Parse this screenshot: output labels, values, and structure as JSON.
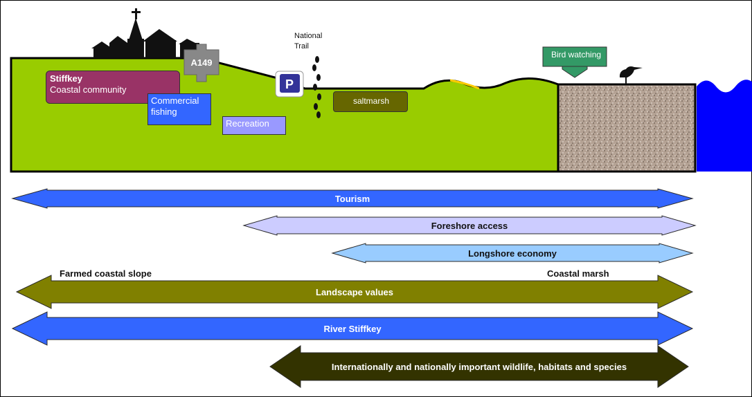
{
  "scene": {
    "community_name": "Stiffkey",
    "community_subtitle": "Coastal community",
    "road_label": "A149",
    "parking_label": "P",
    "national_trail_line1": "National",
    "national_trail_line2": "Trail",
    "commercial_fishing_line1": "Commercial",
    "commercial_fishing_line2": "fishing",
    "recreation_label": "Recreation",
    "saltmarsh_label": "saltmarsh",
    "bird_watching_label": "Bird watching"
  },
  "bands": {
    "tourism": "Tourism",
    "foreshore_access": "Foreshore access",
    "longshore_economy": "Longshore economy",
    "landscape_values": "Landscape values",
    "river": "River Stiffkey",
    "wildlife": "Internationally and nationally important wildlife, habitats and species"
  },
  "side_labels": {
    "farmed_slope": "Farmed coastal slope",
    "coastal_marsh": "Coastal marsh"
  },
  "colors": {
    "land": "#99cc00",
    "sea": "#0000ff",
    "community": "#993366",
    "commercial_fishing": "#3366ff",
    "recreation": "#9999ff",
    "saltmarsh": "#666600",
    "bird_watching": "#339966",
    "tourism_arrow": "#3366ff",
    "foreshore_arrow": "#ccccff",
    "longshore_arrow": "#99ccff",
    "landscape_arrow": "#808000",
    "river_arrow": "#3366ff",
    "wildlife_arrow": "#333300"
  }
}
